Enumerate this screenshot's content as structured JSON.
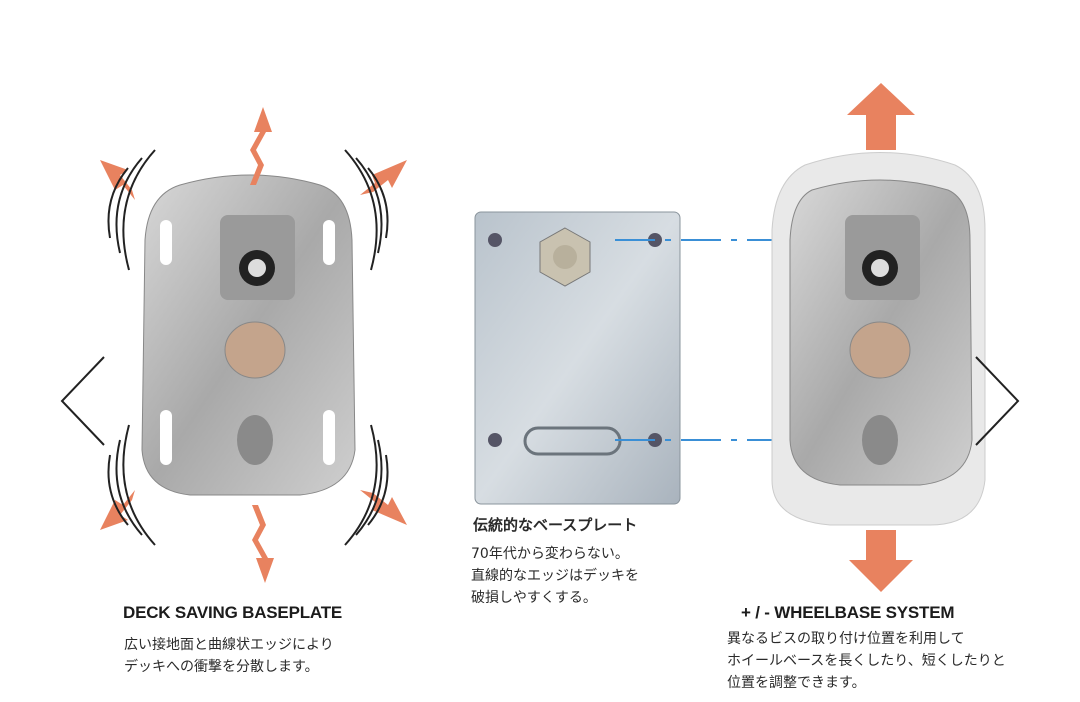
{
  "carousel": {
    "prev_icon": "chevron-left-icon",
    "next_icon": "chevron-right-icon"
  },
  "accent_color": "#e8825f",
  "guide_line_color": "#3a8fd6",
  "left_panel": {
    "title": "DECK SAVING BASEPLATE",
    "description": "広い接地面と曲線状エッジにより\nデッキへの衝撃を分散します。"
  },
  "center_panel": {
    "title": "伝統的なベースプレート",
    "description": "70年代から変わらない。\n直線的なエッジはデッキを\n破損しやすくする。"
  },
  "right_panel": {
    "title": "+ / - WHEELBASE SYSTEM",
    "description": "異なるビスの取り付け位置を利用して\nホイールベースを長くしたり、短くしたりと\n位置を調整できます。"
  }
}
